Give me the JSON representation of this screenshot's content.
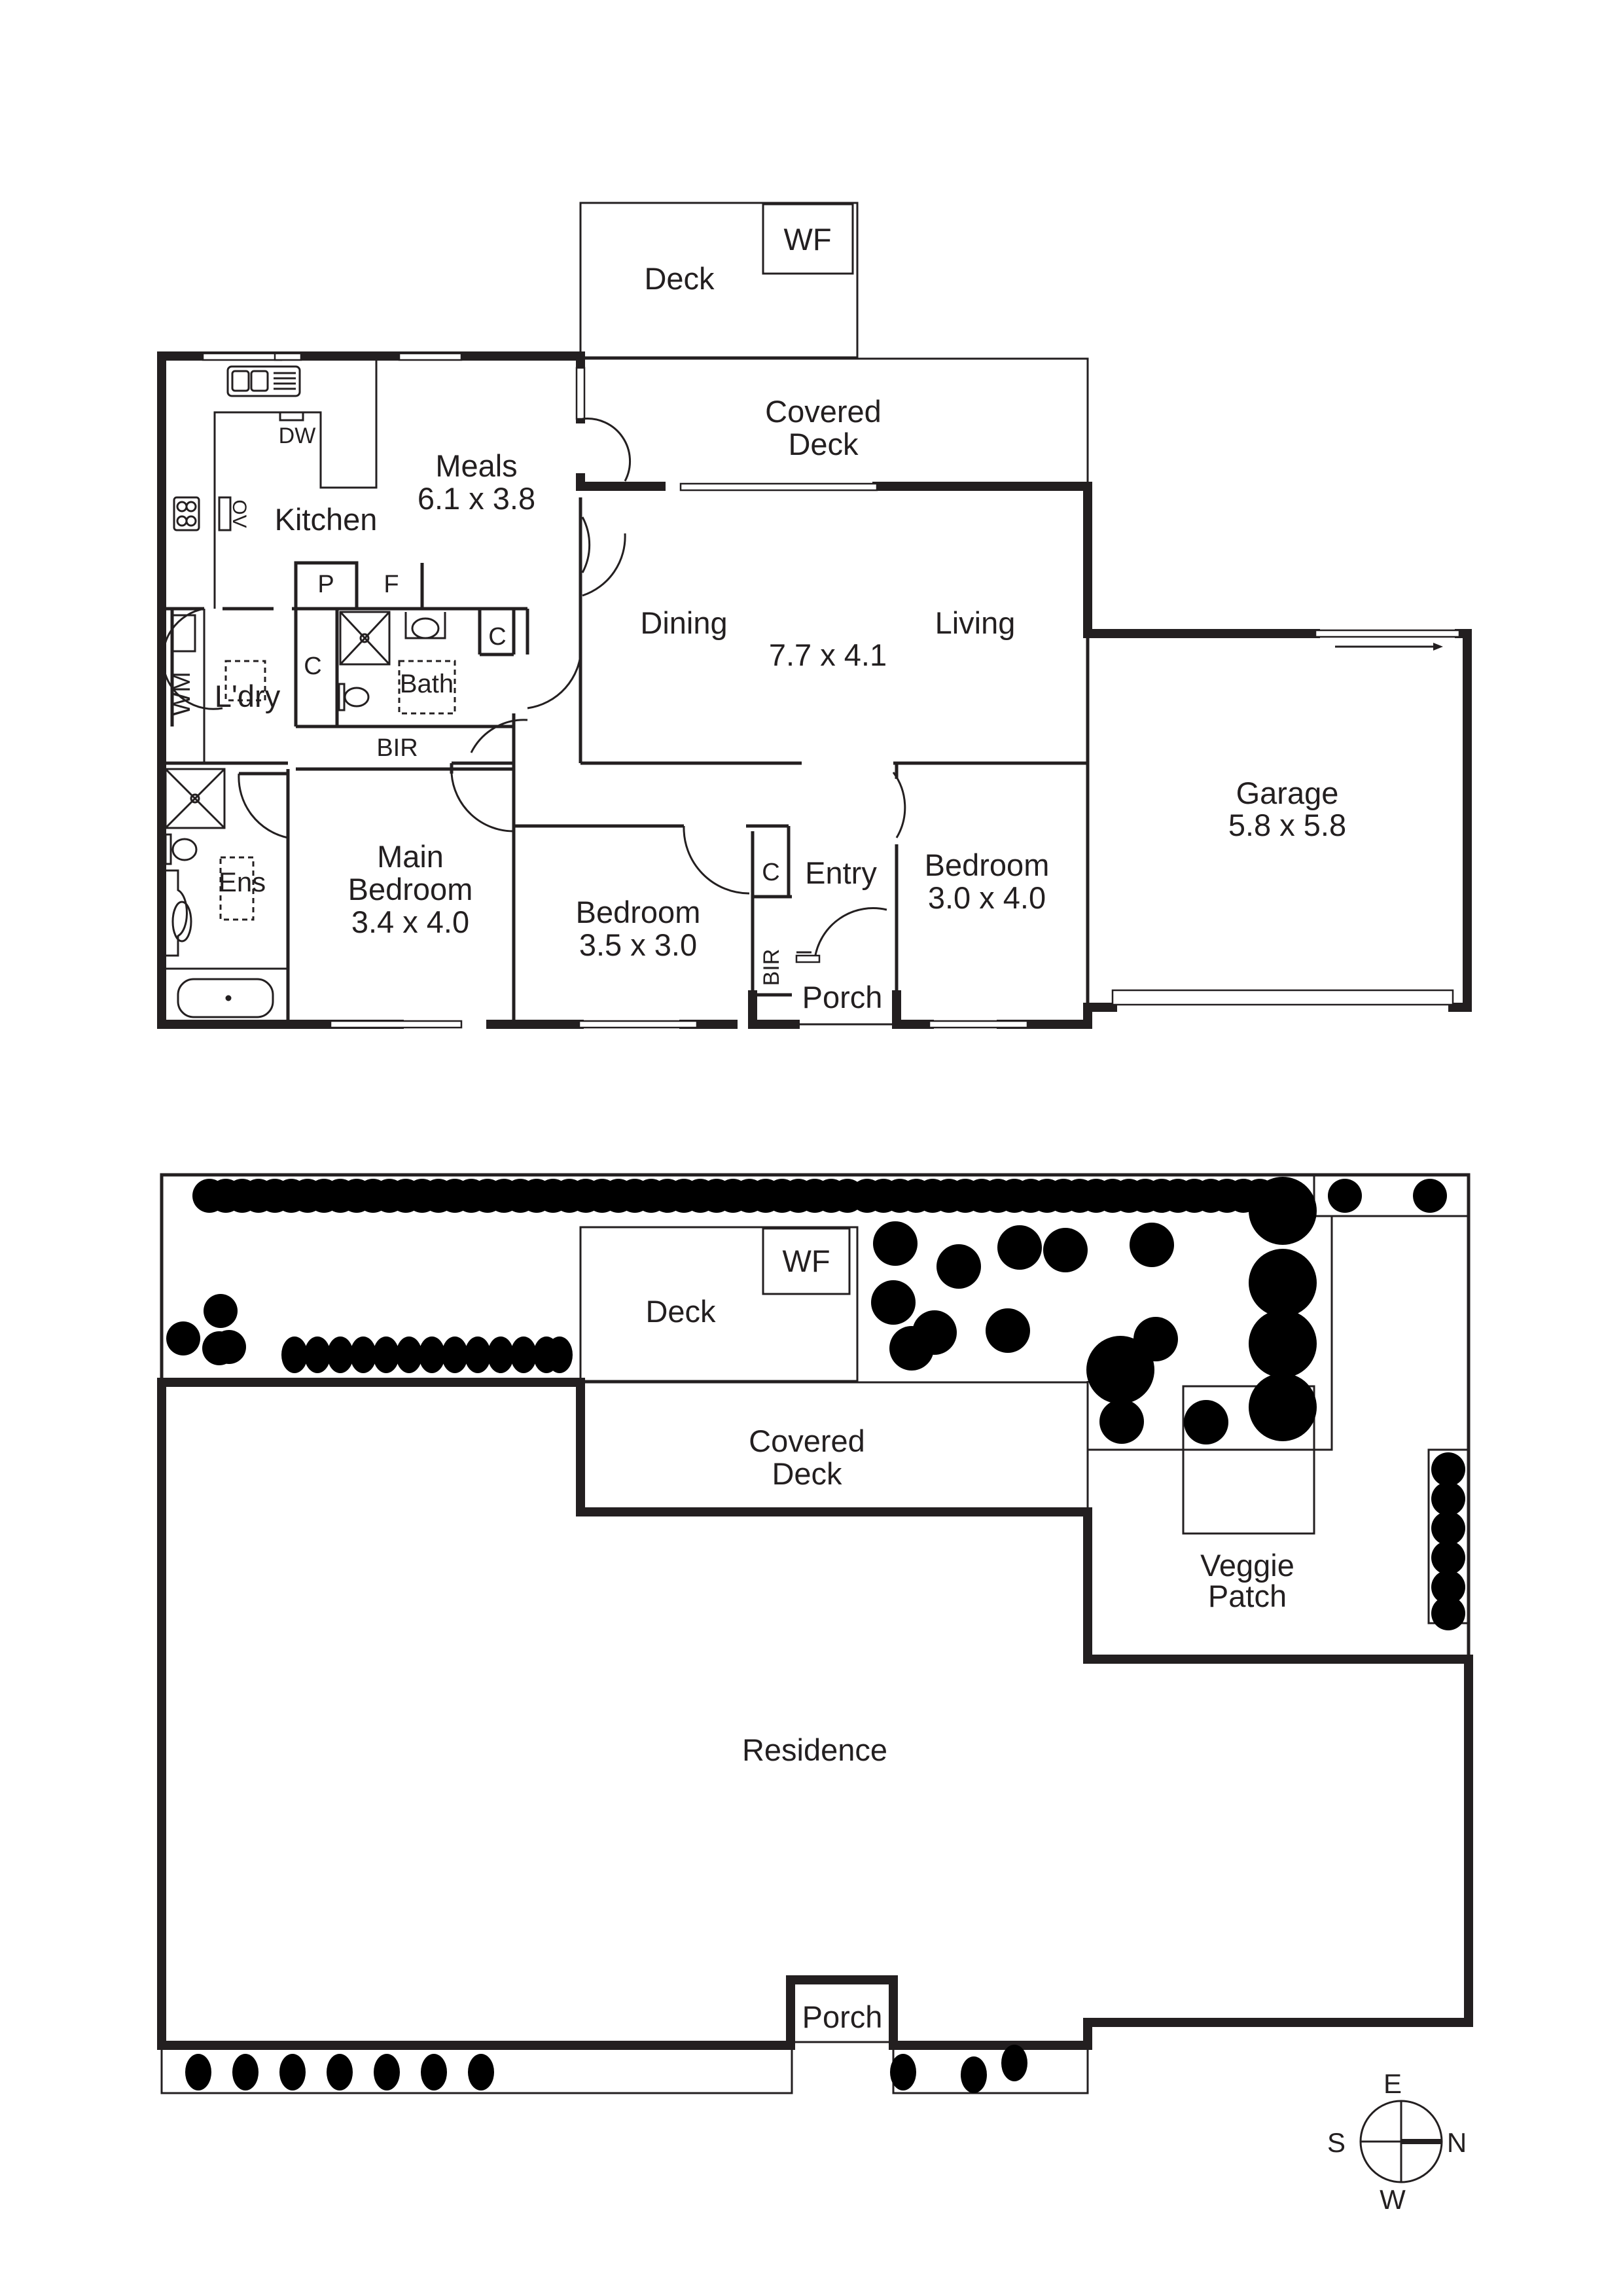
{
  "floor_plan": {
    "rooms": [
      {
        "id": "deck",
        "name": "Deck"
      },
      {
        "id": "wf",
        "name": "WF"
      },
      {
        "id": "covered_deck",
        "name": "Covered",
        "name2": "Deck"
      },
      {
        "id": "meals",
        "name": "Meals",
        "dims": "6.1 x 3.8"
      },
      {
        "id": "kitchen",
        "name": "Kitchen"
      },
      {
        "id": "dw",
        "name": "DW"
      },
      {
        "id": "ov",
        "name": "OV"
      },
      {
        "id": "pantry",
        "name": "P"
      },
      {
        "id": "fridge",
        "name": "F"
      },
      {
        "id": "dining",
        "name": "Dining"
      },
      {
        "id": "living",
        "name": "Living"
      },
      {
        "id": "dining_living_dims",
        "dims": "7.7 x 4.1"
      },
      {
        "id": "garage",
        "name": "Garage",
        "dims": "5.8 x 5.8"
      },
      {
        "id": "wm",
        "name": "WM"
      },
      {
        "id": "laundry",
        "name": "L'dry"
      },
      {
        "id": "linen_c",
        "name": "C"
      },
      {
        "id": "bath_c",
        "name": "C"
      },
      {
        "id": "bath",
        "name": "Bath"
      },
      {
        "id": "bir_hall",
        "name": "BIR"
      },
      {
        "id": "ens",
        "name": "Ens"
      },
      {
        "id": "main_bedroom",
        "name": "Main",
        "name2": "Bedroom",
        "dims": "3.4 x 4.0"
      },
      {
        "id": "bedroom2",
        "name": "Bedroom",
        "dims": "3.5 x 3.0"
      },
      {
        "id": "entry_c",
        "name": "C"
      },
      {
        "id": "bir_bed2",
        "name": "BIR"
      },
      {
        "id": "entry",
        "name": "Entry"
      },
      {
        "id": "porch",
        "name": "Porch"
      },
      {
        "id": "bedroom3",
        "name": "Bedroom",
        "dims": "3.0 x 4.0"
      }
    ]
  },
  "site_plan": {
    "deck": "Deck",
    "wf": "WF",
    "covered_deck_1": "Covered",
    "covered_deck_2": "Deck",
    "veggie_1": "Veggie",
    "veggie_2": "Patch",
    "residence": "Residence",
    "porch": "Porch"
  },
  "compass": {
    "top": "E",
    "bottom": "W",
    "left": "S",
    "right": "N",
    "north_indicator": "right"
  },
  "colors": {
    "ink": "#231f20",
    "background": "#ffffff"
  }
}
